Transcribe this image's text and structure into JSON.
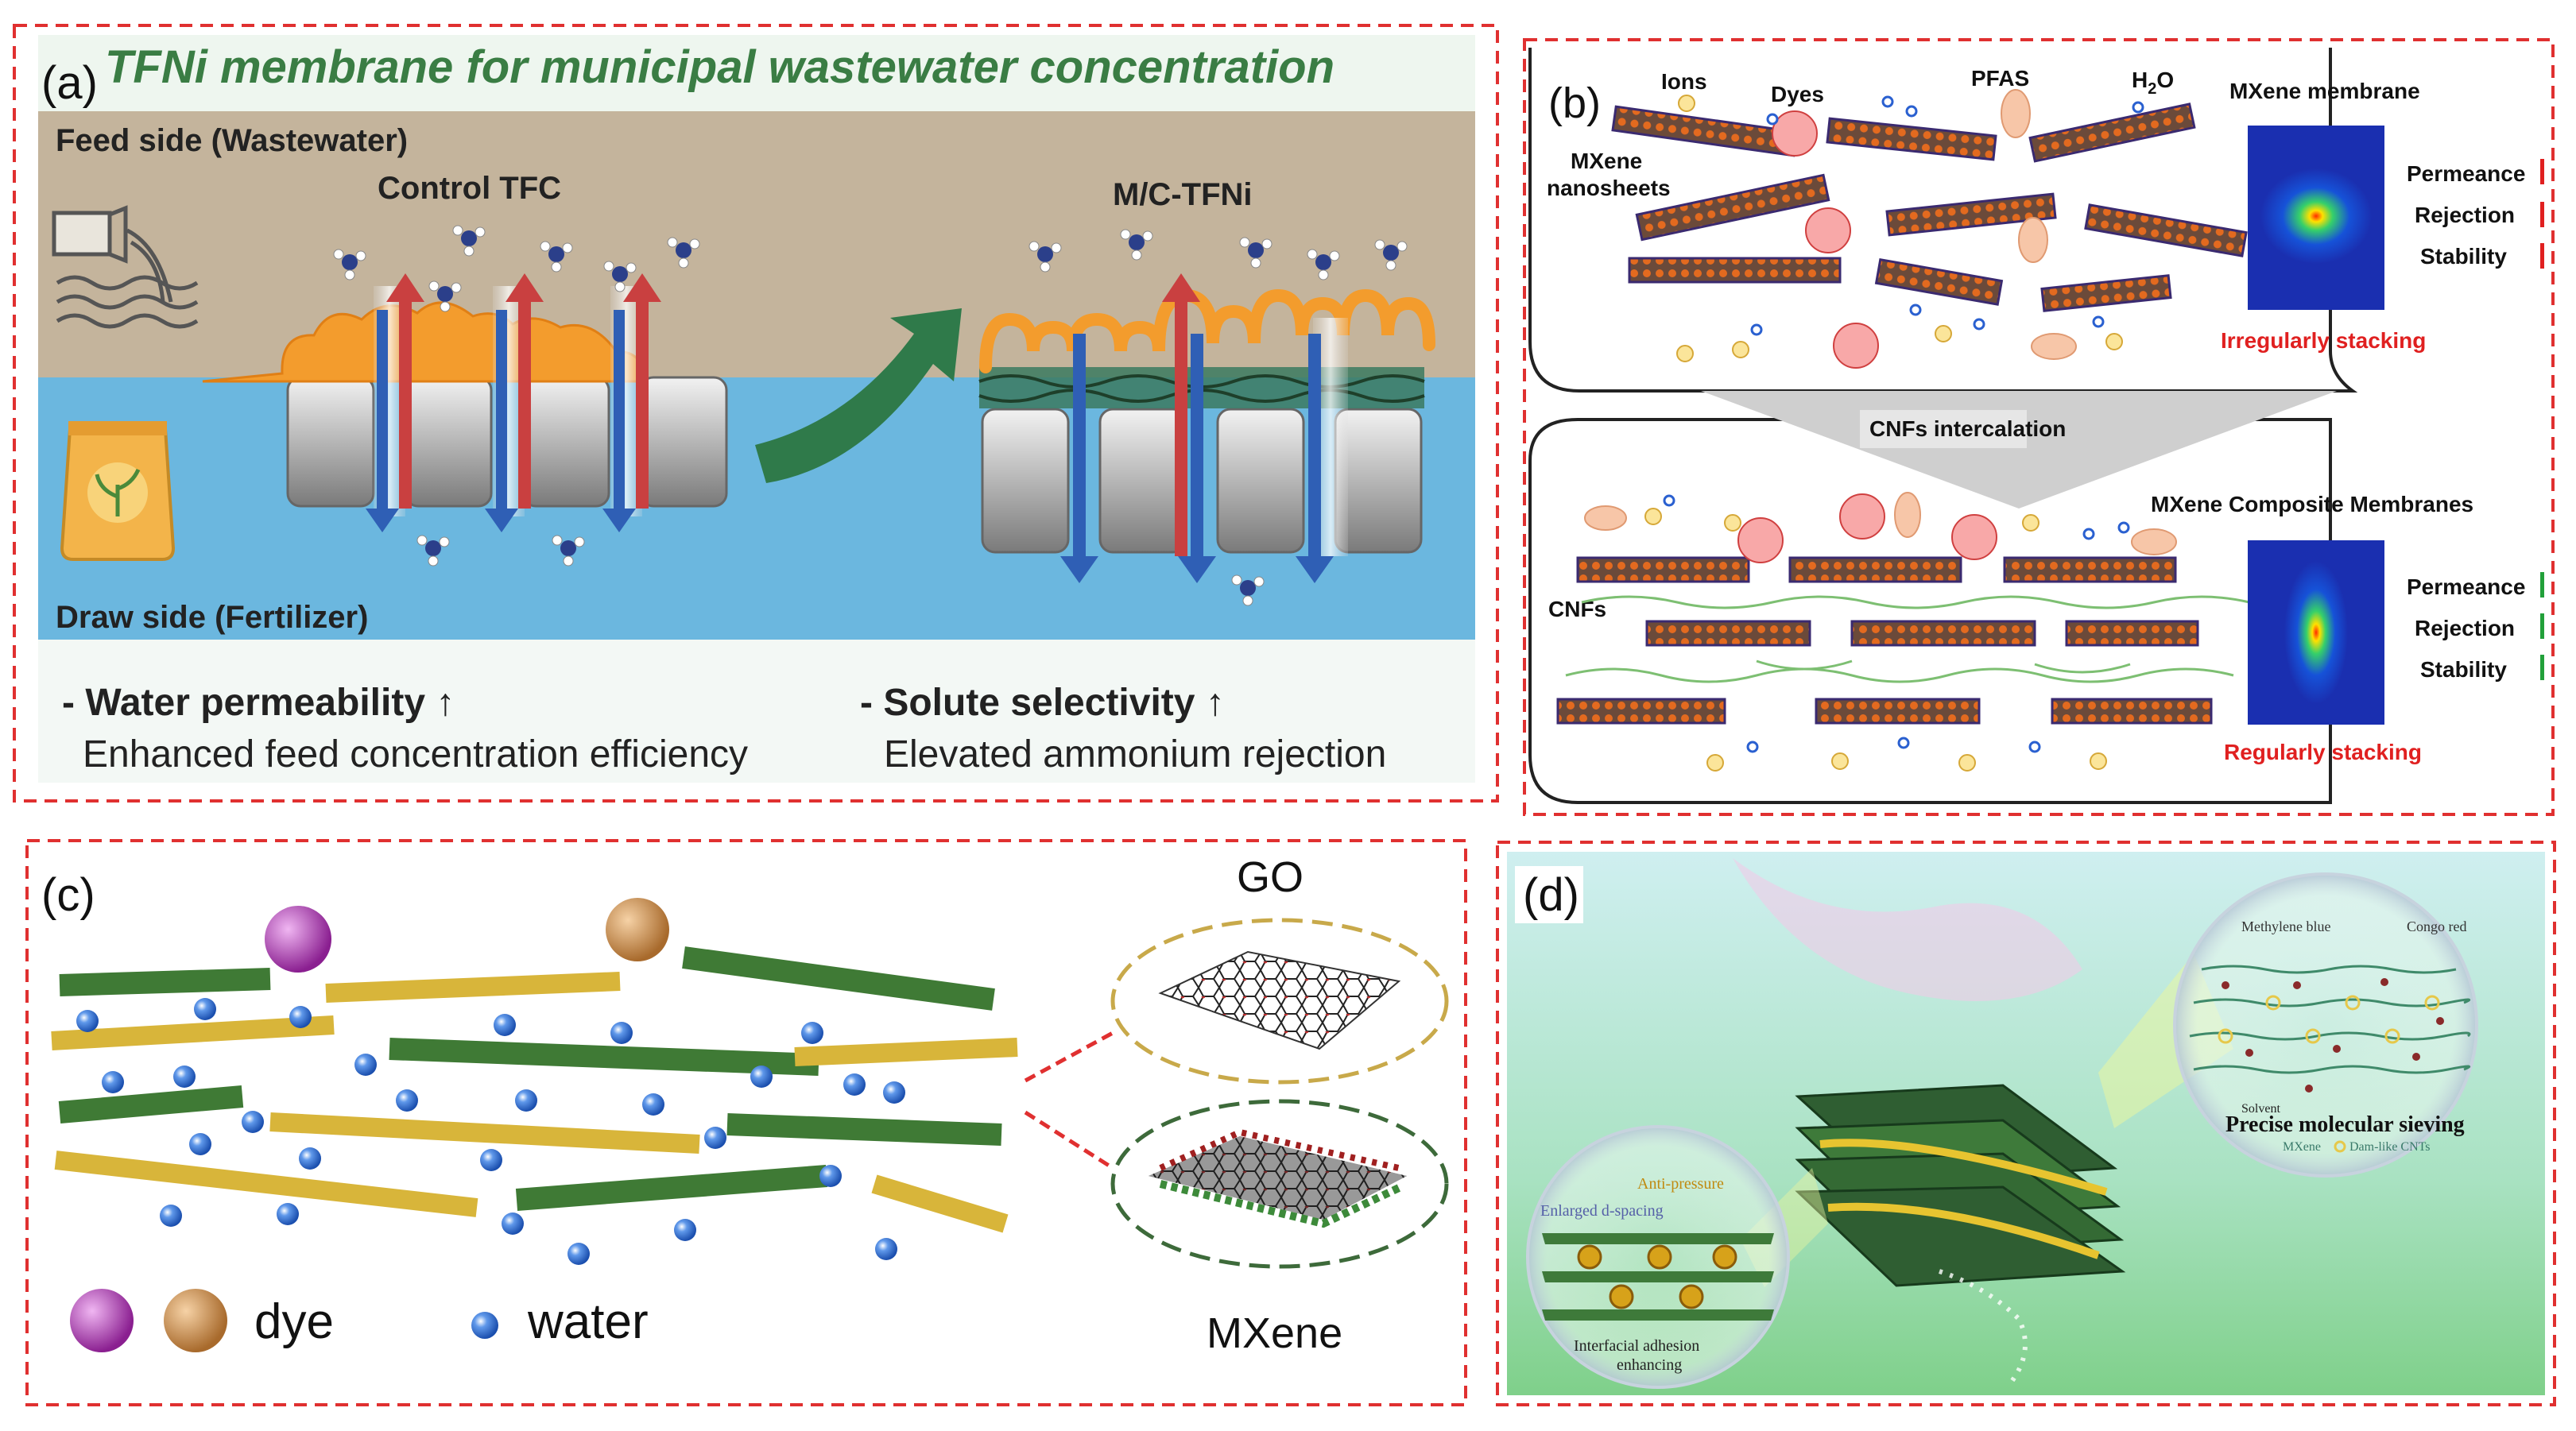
{
  "panel_a": {
    "letter": "(a)",
    "title": "TFNi membrane for municipal wastewater concentration",
    "feed_label": "Feed side (Wastewater)",
    "draw_label": "Draw side (Fertilizer)",
    "control_label": "Control TFC",
    "mtfni_label": "M/C-TFNi",
    "left_bullet_title": "- Water permeability",
    "left_bullet_text": "Enhanced feed concentration efficiency",
    "right_bullet_title": "- Solute selectivity",
    "right_bullet_text": "Elevated ammonium rejection",
    "arrow_glyph": "↑",
    "colors": {
      "title": "#3a7d44",
      "feed": "#c4b49c",
      "draw": "#6bb7df",
      "coating": "#f39c2d",
      "water_arrow": "#2f5fb5",
      "solute_arrow": "#c94040"
    }
  },
  "panel_b": {
    "letter": "(b)",
    "ions": "Ions",
    "dyes": "Dyes",
    "pfas": "PFAS",
    "h2o_base": "H",
    "h2o_sub": "2",
    "h2o_tail": "O",
    "mxene_nanosheets_1": "MXene",
    "mxene_nanosheets_2": "nanosheets",
    "top_title": "MXene membrane",
    "bottom_title": "MXene Composite Membranes",
    "cnfs_intercalation": "CNFs intercalation",
    "cnfs": "CNFs",
    "permeance": "Permeance",
    "rejection": "Rejection",
    "stability": "Stability",
    "irregular": "Irregularly stacking",
    "regular": "Regularly stacking",
    "colors": {
      "bad": "#e02020",
      "good": "#22a03a"
    }
  },
  "panel_c": {
    "letter": "(c)",
    "go_label": "GO",
    "mxene_label": "MXene",
    "dye_label": "dye",
    "water_label": "water",
    "colors": {
      "green_sheet": "#3f7a35",
      "yellow_sheet": "#d8b53a",
      "water": "#2f6fd0",
      "dye_purple": "#a43aa8",
      "dye_orange": "#c88848"
    }
  },
  "panel_d": {
    "letter": "(d)",
    "methylene_blue": "Methylene blue",
    "congo_red": "Congo red",
    "solvent": "Solvent",
    "precise_sieving": "Precise molecular sieving",
    "mxene_legend": "MXene",
    "cnt_legend": "Dam-like CNTs",
    "anti_pressure": "Anti-pressure",
    "enlarged": "Enlarged d-spacing",
    "interfacial_1": "Interfacial adhesion",
    "interfacial_2": "enhancing"
  },
  "frame_color": "#e03030"
}
